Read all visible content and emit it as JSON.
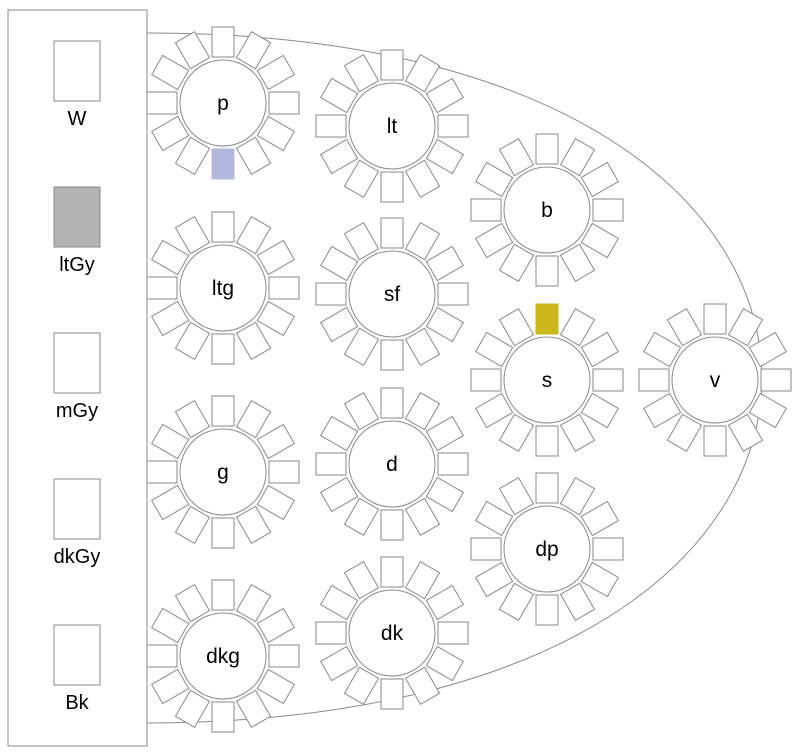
{
  "legend": {
    "items": [
      {
        "label": "W",
        "color": "#ffffff"
      },
      {
        "label": "ltGy",
        "color": "#b3b3b3"
      },
      {
        "label": "mGy",
        "color": "#ffffff"
      },
      {
        "label": "dkGy",
        "color": "#ffffff"
      },
      {
        "label": "Bk",
        "color": "#ffffff"
      }
    ]
  },
  "tables": [
    {
      "label": "p",
      "seats": 12,
      "highlight_seat": "bottom",
      "highlight_color": "#b3b9dc"
    },
    {
      "label": "lt",
      "seats": 12
    },
    {
      "label": "b",
      "seats": 12
    },
    {
      "label": "ltg",
      "seats": 12
    },
    {
      "label": "sf",
      "seats": 12
    },
    {
      "label": "s",
      "seats": 12,
      "highlight_seat": "top",
      "highlight_color": "#cdb81b"
    },
    {
      "label": "v",
      "seats": 12
    },
    {
      "label": "g",
      "seats": 12
    },
    {
      "label": "d",
      "seats": 12
    },
    {
      "label": "dp",
      "seats": 12
    },
    {
      "label": "dkg",
      "seats": 12
    },
    {
      "label": "dk",
      "seats": 12
    }
  ],
  "colors": {
    "stroke": "#8a8a8a",
    "background": "#ffffff"
  }
}
